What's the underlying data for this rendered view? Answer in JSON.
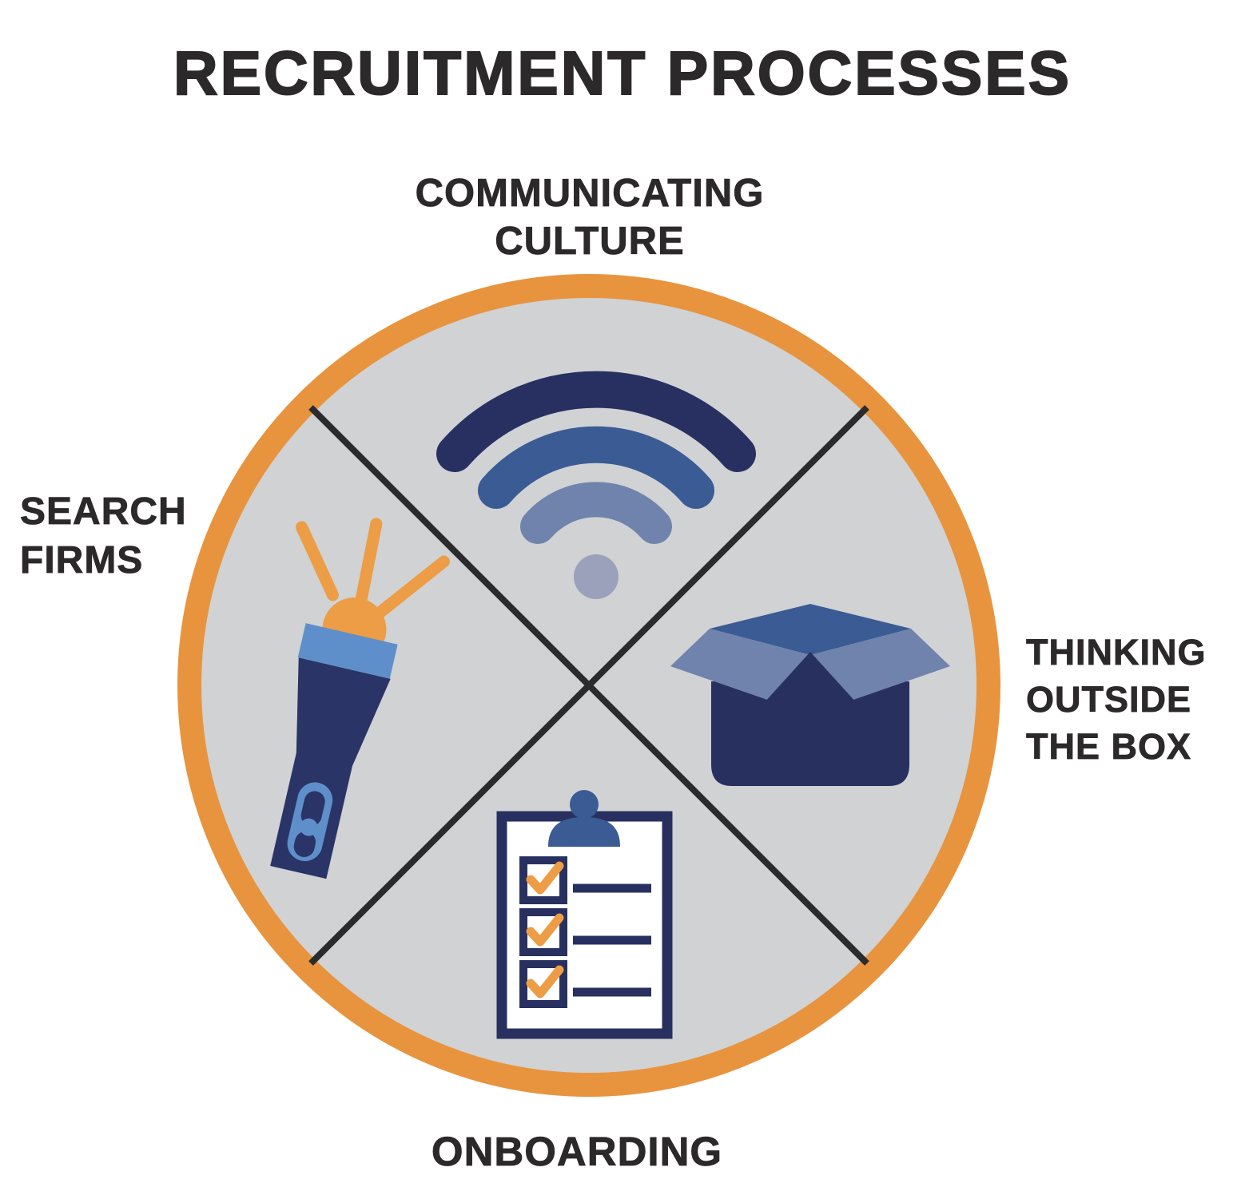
{
  "title": "RECRUITMENT PROCESSES",
  "diagram_type": "circle-quadrants",
  "quadrants": {
    "top": {
      "label": "COMMUNICATING\nCULTURE",
      "icon": "wifi-signal-icon"
    },
    "left": {
      "label": "SEARCH\nFIRMS",
      "icon": "flashlight-icon"
    },
    "right": {
      "label": "THINKING\nOUTSIDE\nTHE BOX",
      "icon": "open-box-icon"
    },
    "bottom": {
      "label": "ONBOARDING",
      "icon": "checklist-clipboard-icon"
    }
  },
  "colors": {
    "ring_orange": "#E8943E",
    "accent_orange": "#EC9D45",
    "circle_gray": "#D0D2D4",
    "divider_black": "#2B2B2B",
    "navy_dark": "#283060",
    "blue_medium": "#3A5B94",
    "blue_steel": "#6F83AC",
    "blue_pale": "#9BA1BA",
    "blue_flashlight": "#5E8FCB",
    "text_dark": "#2C292A",
    "background": "#FFFFFF"
  }
}
